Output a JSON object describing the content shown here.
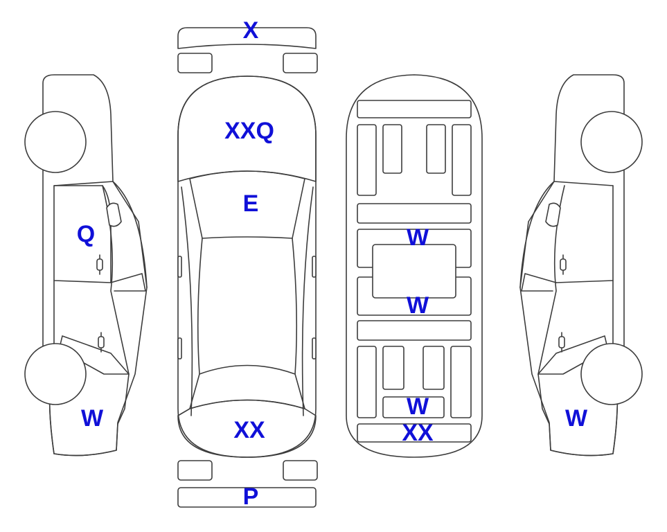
{
  "colors": {
    "background": "#ffffff",
    "outline": "#3c3c3c",
    "damage_orange": "#fbaa2c",
    "damage_light": "#e3f6fc",
    "label": "#1010d8"
  },
  "zones": {
    "front_bumper": {
      "code": "X",
      "fill": "#fbaa2c"
    },
    "hood": {
      "code": "XXQ",
      "fill": "#e3f6fc"
    },
    "windshield": {
      "code": "E",
      "fill": "#fbaa2c"
    },
    "rear_top": {
      "code": "XX",
      "fill": "#e3f6fc"
    },
    "rear_bumper": {
      "code": "P",
      "fill": "#fbaa2c"
    },
    "left_front_door": {
      "code": "Q",
      "fill": "#fbaa2c"
    },
    "left_rear_quarter": {
      "code": "W",
      "fill": "#e3f6fc"
    },
    "right_rear_quarter": {
      "code": "W",
      "fill": "#e3f6fc"
    },
    "under_upper_panel": {
      "code": "W",
      "fill": "#e3f6fc"
    },
    "under_lower_panel": {
      "code": "W",
      "fill": "#e3f6fc"
    },
    "under_tail_small": {
      "code": "W",
      "fill": "#e3f6fc"
    },
    "under_tail_bar": {
      "code": "XX",
      "fill": "#e3f6fc"
    }
  }
}
